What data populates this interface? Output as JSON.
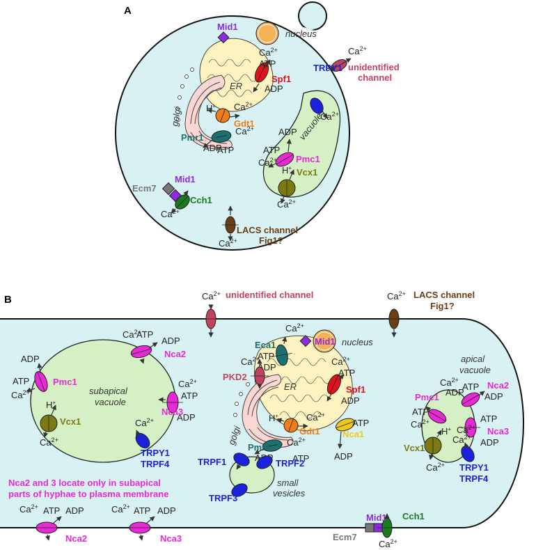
{
  "panels": {
    "a": "A",
    "b": "B"
  },
  "colors": {
    "cytoplasm": "#d8f2f4",
    "vacuole": "#d4f0c4",
    "er": "#fcf3c0",
    "golgi": "#fad7d2",
    "nucleus": "#f6b25a",
    "mid1": "#8e2bdc",
    "spf1": "#e0131c",
    "unidentified": "#c2435f",
    "trpy1": "#1b22d9",
    "gdt1": "#f07d1a",
    "pmr1": "#1c7070",
    "pmc1": "#e82ad6",
    "vcx1": "#7d7a12",
    "ecm7": "#777777",
    "cch1": "#1a7a1e",
    "lacs": "#6b3e16",
    "nca1": "#f0c71c",
    "eca1": "#1c7070",
    "pkd2": "#c2435f"
  },
  "ions": {
    "calcium": "Ca",
    "charge": "2+",
    "proton": "H",
    "proton_charge": "+",
    "atp": "ATP",
    "adp": "ADP"
  },
  "a": {
    "nucleus": "nucleus",
    "er": "ER",
    "golgi": "golgi",
    "vacuole": "vacuole",
    "mid1": "Mid1",
    "spf1": "Spf1",
    "unidentified_line1": "unidentified",
    "unidentified_line2": "channel",
    "trpy1": "TRPY1",
    "gdt1": "Gdt1",
    "pmr1": "Pmr1",
    "pmc1": "Pmc1",
    "vcx1": "Vcx1",
    "ecm7": "Ecm7",
    "mid1_pm": "Mid1",
    "cch1": "Cch1",
    "lacs_line1": "LACS channel",
    "lacs_line2": "Fig1?"
  },
  "b": {
    "unidentified": "unidentified channel",
    "lacs_line1": "LACS channel",
    "lacs_line2": "Fig1?",
    "nca2": "Nca2",
    "nca3": "Nca3",
    "pmc1": "Pmc1",
    "vcx1": "Vcx1",
    "subapical_line1": "subapical",
    "subapical_line2": "vacuole",
    "trpy1": "TRPY1",
    "trpf4": "TRPF4",
    "note_line1": "Nca2 and 3 locate only in subapical",
    "note_line2": "parts of hyphae to plasma membrane",
    "eca1": "Eca1",
    "mid1": "Mid1",
    "nucleus": "nucleus",
    "pkd2": "PKD2",
    "er": "ER",
    "spf1": "Spf1",
    "golgi": "golgi",
    "gdt1": "Gdt1",
    "nca1": "Nca1",
    "pmr1": "Pmr1",
    "trpf1": "TRPF1",
    "trpf2": "TRPF2",
    "trpf3": "TRPF3",
    "small_line1": "small",
    "small_line2": "vesicles",
    "apical_line1": "apical",
    "apical_line2": "vacuole",
    "nca2_apical": "Nca2",
    "nca3_apical": "Nca3",
    "pmc1_apical": "Pmc1",
    "vcx1_apical": "Vcx1",
    "trpy1_apical": "TRPY1",
    "trpf4_apical": "TRPF4",
    "ecm7": "Ecm7",
    "mid1_pm": "Mid1",
    "cch1": "Cch1",
    "nca2_pm": "Nca2",
    "nca3_pm": "Nca3"
  }
}
